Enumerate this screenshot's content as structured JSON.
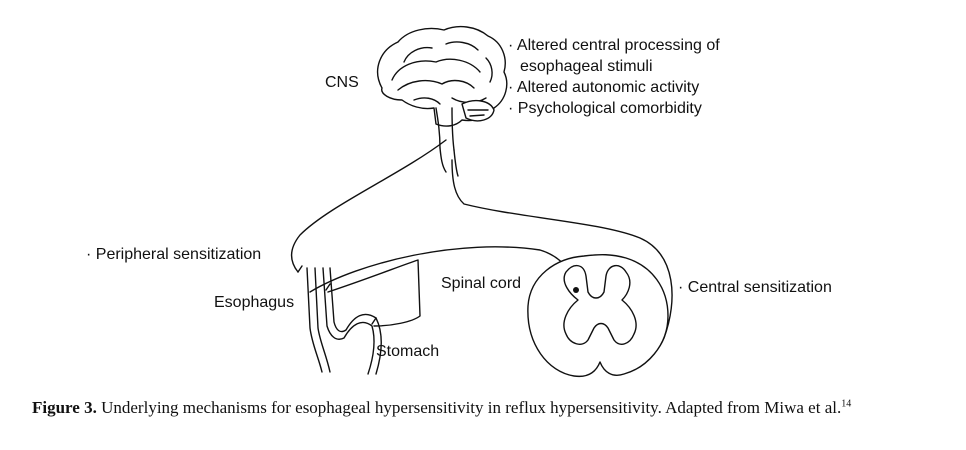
{
  "labels": {
    "cns": "CNS",
    "cns_bullets": [
      "· Altered central processing of",
      "esophageal stimuli",
      "· Altered autonomic activity",
      "· Psychological comorbidity"
    ],
    "peripheral": "· Peripheral sensitization",
    "esophagus": "Esophagus",
    "stomach": "Stomach",
    "spinal_cord": "Spinal cord",
    "central": "· Central sensitization"
  },
  "caption": {
    "bold": "Figure 3.",
    "text": " Underlying mechanisms for esophageal hypersensitivity in reflux hypersensitivity. Adapted from Miwa et al.",
    "ref": "14"
  }
}
